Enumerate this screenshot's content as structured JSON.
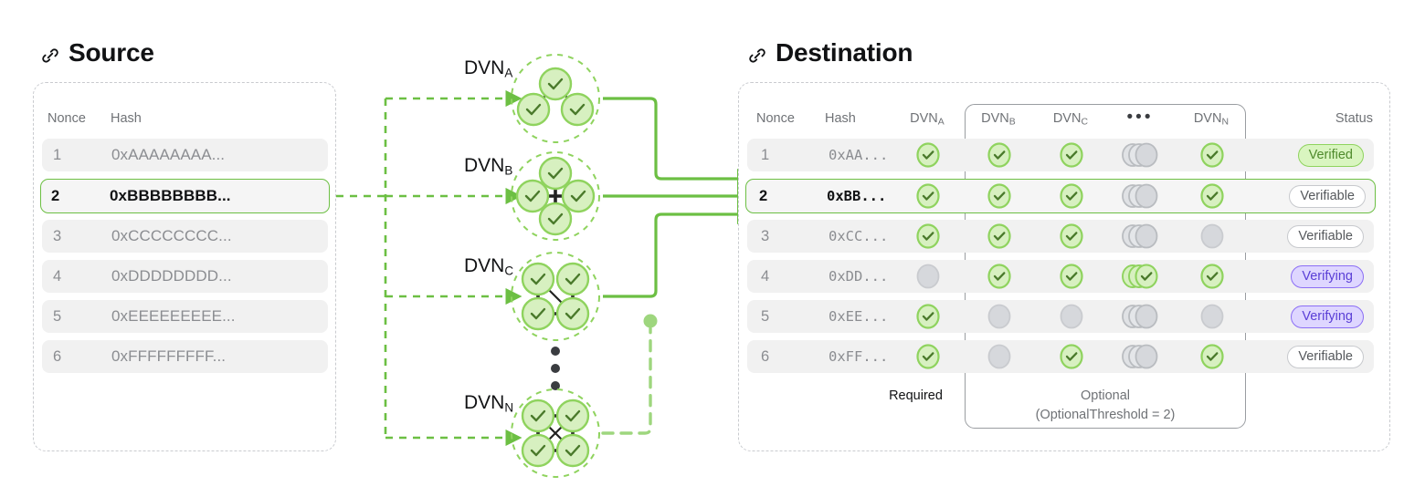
{
  "source": {
    "title": "Source",
    "icon": "link-icon",
    "columns": [
      "Nonce",
      "Hash"
    ],
    "rows": [
      {
        "nonce": "1",
        "hash": "0xAAAAAAAA...",
        "highlighted": false
      },
      {
        "nonce": "2",
        "hash": "0xBBBBBBBB...",
        "highlighted": true
      },
      {
        "nonce": "3",
        "hash": "0xCCCCCCCC...",
        "highlighted": false
      },
      {
        "nonce": "4",
        "hash": "0xDDDDDDDD...",
        "highlighted": false
      },
      {
        "nonce": "5",
        "hash": "0xEEEEEEEEE...",
        "highlighted": false
      },
      {
        "nonce": "6",
        "hash": "0xFFFFFFFFF...",
        "highlighted": false
      }
    ]
  },
  "middle": {
    "dvns": [
      {
        "label": "DVN",
        "subscript": "A",
        "topology": "triangle-3"
      },
      {
        "label": "DVN",
        "subscript": "B",
        "topology": "diamond-4-cross"
      },
      {
        "label": "DVN",
        "subscript": "C",
        "topology": "square-4-diagonal"
      },
      {
        "label": "DVN",
        "subscript": "N",
        "topology": "square-4-mesh"
      }
    ],
    "ellipsis": "•••"
  },
  "destination": {
    "title": "Destination",
    "icon": "link-icon",
    "columns": [
      "Nonce",
      "Hash",
      "DVN_A",
      "DVN_B",
      "DVN_C",
      "•••",
      "DVN_N",
      "Status"
    ],
    "column_labels": [
      {
        "text": "Nonce",
        "sub": ""
      },
      {
        "text": "Hash",
        "sub": ""
      },
      {
        "text": "DVN",
        "sub": "A"
      },
      {
        "text": "DVN",
        "sub": "B"
      },
      {
        "text": "DVN",
        "sub": "C"
      },
      {
        "text": "•••",
        "sub": ""
      },
      {
        "text": "DVN",
        "sub": "N"
      },
      {
        "text": "Status",
        "sub": ""
      }
    ],
    "rows": [
      {
        "nonce": "1",
        "hash": "0xAA...",
        "highlighted": false,
        "dvn_a": "check",
        "dvn_b": "check",
        "dvn_c": "check",
        "dvn_more": "stack-grey",
        "dvn_n": "check",
        "status": "Verified",
        "status_style": "verified"
      },
      {
        "nonce": "2",
        "hash": "0xBB...",
        "highlighted": true,
        "dvn_a": "check",
        "dvn_b": "check",
        "dvn_c": "check",
        "dvn_more": "stack-grey",
        "dvn_n": "check",
        "status": "Verifiable",
        "status_style": "verifiable"
      },
      {
        "nonce": "3",
        "hash": "0xCC...",
        "highlighted": false,
        "dvn_a": "check",
        "dvn_b": "check",
        "dvn_c": "check",
        "dvn_more": "stack-grey",
        "dvn_n": "empty",
        "status": "Verifiable",
        "status_style": "verifiable"
      },
      {
        "nonce": "4",
        "hash": "0xDD...",
        "highlighted": false,
        "dvn_a": "empty",
        "dvn_b": "check",
        "dvn_c": "check",
        "dvn_more": "stack-green",
        "dvn_n": "check",
        "status": "Verifying",
        "status_style": "verifying"
      },
      {
        "nonce": "5",
        "hash": "0xEE...",
        "highlighted": false,
        "dvn_a": "check",
        "dvn_b": "empty",
        "dvn_c": "empty",
        "dvn_more": "stack-grey",
        "dvn_n": "empty",
        "status": "Verifying",
        "status_style": "verifying"
      },
      {
        "nonce": "6",
        "hash": "0xFF...",
        "highlighted": false,
        "dvn_a": "check",
        "dvn_b": "empty",
        "dvn_c": "check",
        "dvn_more": "stack-grey",
        "dvn_n": "check",
        "status": "Verifiable",
        "status_style": "verifiable"
      }
    ],
    "zones": {
      "required": "Required",
      "optional_line1": "Optional",
      "optional_line2": "(OptionalThreshold = 2)"
    }
  },
  "colors": {
    "green": "#6cbf43",
    "green_light": "#8fd35e",
    "green_fill": "#d7f0c0",
    "grey_circle": "#c9cbcf",
    "purple": "#8b6ef5",
    "purple_fill": "#ded6ff",
    "row_bg": "#f1f1f1",
    "panel_border": "#c9cbcf",
    "text_dark": "#111214",
    "text_muted": "#8b8d91"
  }
}
